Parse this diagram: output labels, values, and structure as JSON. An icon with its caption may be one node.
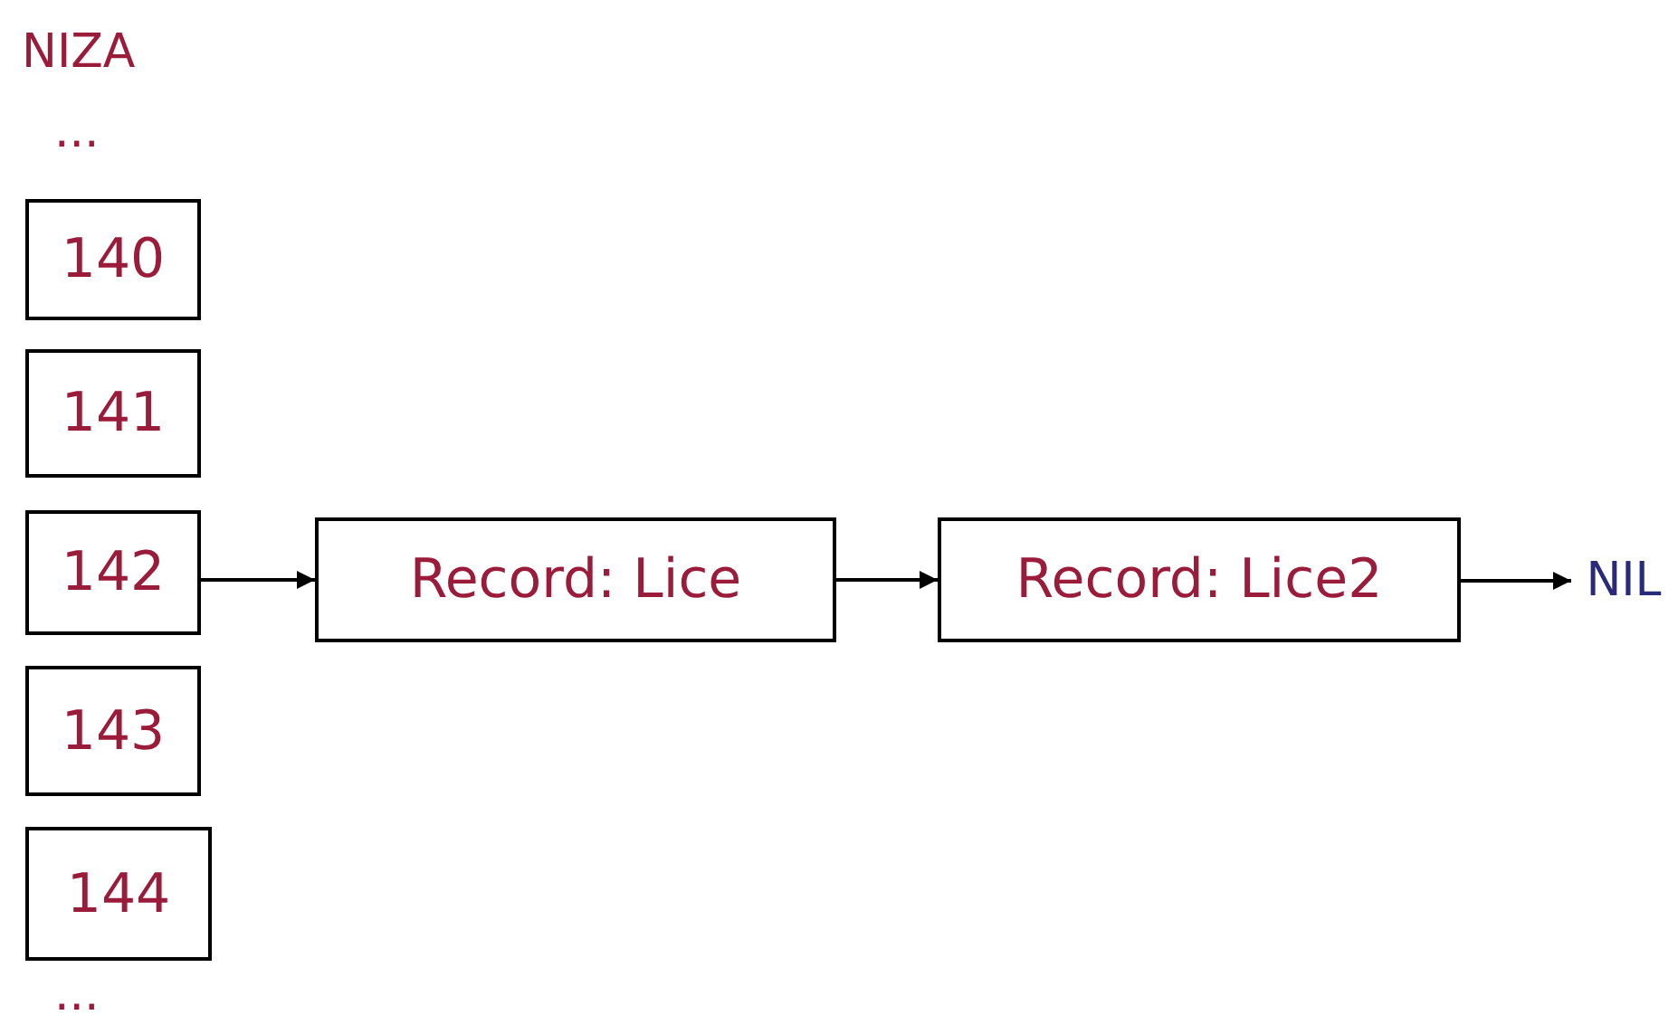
{
  "diagram": {
    "nodes": [
      {
        "text": [
          "140"
        ]
      },
      {
        "text": [
          "141"
        ]
      },
      {
        "text": [
          "142"
        ]
      },
      {
        "text": [
          "143"
        ]
      },
      {
        "text": [
          "144"
        ]
      },
      {
        "text": [
          "Record: Lice"
        ]
      },
      {
        "text": [
          "Record: Lice2"
        ]
      },
      {
        "text": [
          "NIL"
        ]
      }
    ],
    "edges": [
      {
        "from": 2,
        "to": 5,
        "arrow": "to"
      },
      {
        "from": 5,
        "to": 6,
        "arrow": "to"
      },
      {
        "from": 6,
        "to": 7,
        "arrow": "to"
      }
    ],
    "labels": [
      "NIZA",
      "...",
      "..."
    ]
  }
}
